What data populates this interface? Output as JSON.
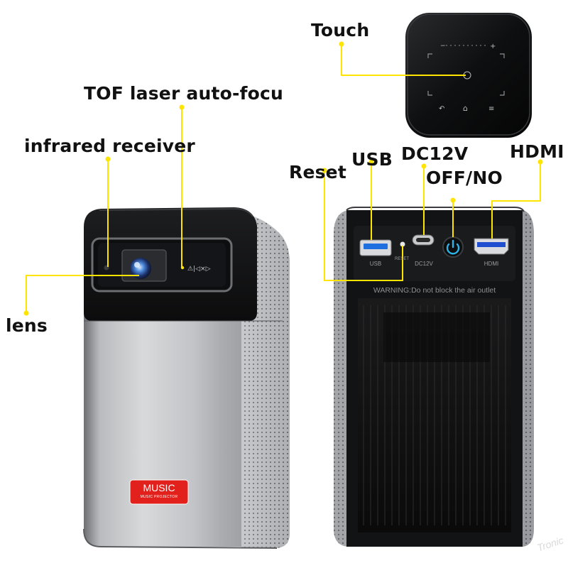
{
  "labels": {
    "touch": "Touch",
    "tof": "TOF laser auto-focu",
    "infrared": "infrared receiver",
    "lens": "lens",
    "reset": "Reset",
    "usb": "USB",
    "dc12v": "DC12V",
    "offno": "OFF/NO",
    "hdmi": "HDMI"
  },
  "front_device": {
    "badge_main": "MUSIC",
    "badge_sub": "MUSIC PROJECTOR",
    "badge_color": "#e2211c"
  },
  "back_device": {
    "port_usb": "USB",
    "port_reset": "RESET",
    "port_dc": "DC12V",
    "port_hdmi": "HDMI",
    "warning": "WARNING:Do not block the air outlet"
  },
  "watermark": "Tronic",
  "colors": {
    "callout": "#ffe400",
    "power_button": "#2fb4e8"
  }
}
